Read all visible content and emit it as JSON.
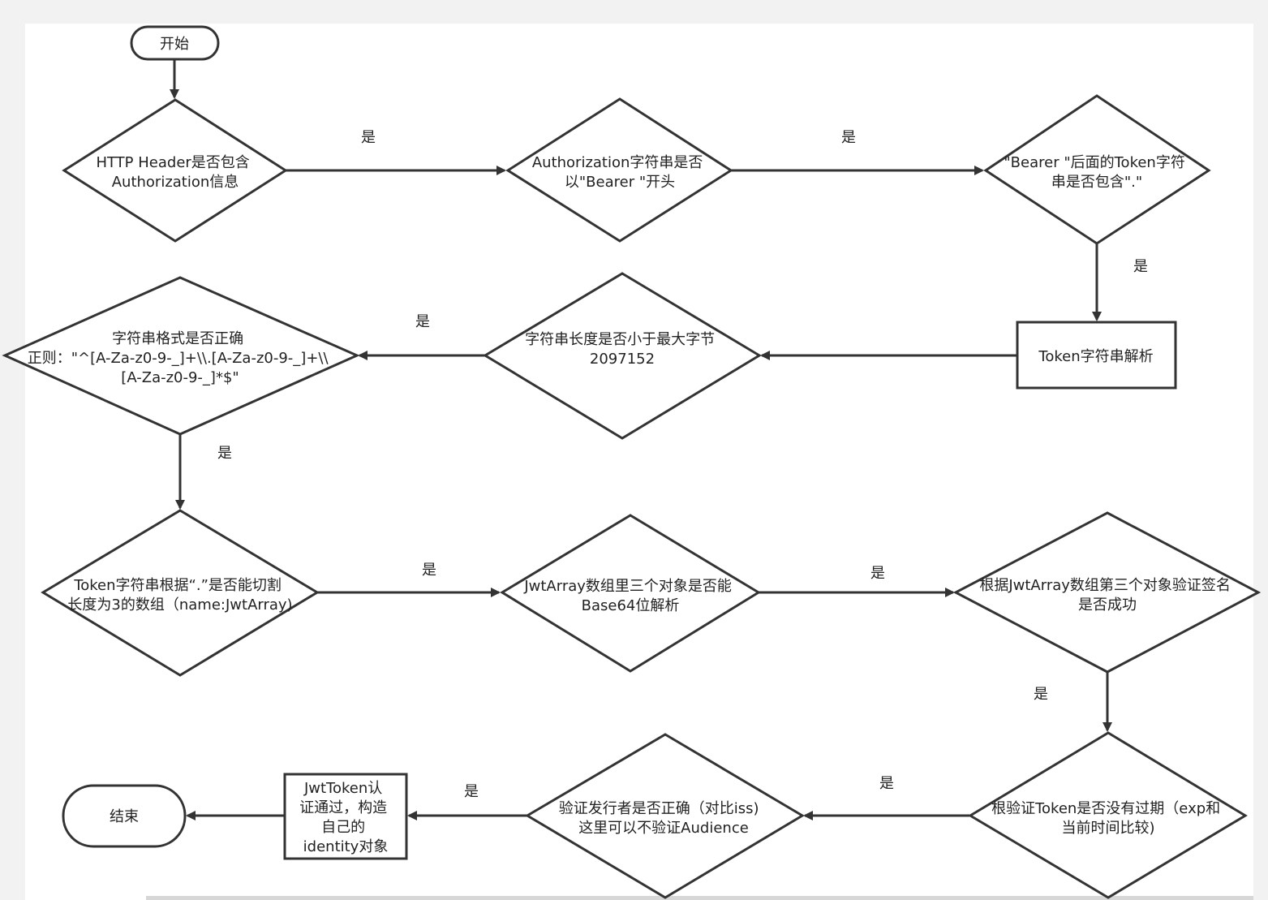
{
  "nodes": {
    "start": {
      "lines": [
        "开始"
      ]
    },
    "check_header": {
      "lines": [
        "HTTP Header是否包含",
        "Authorization信息"
      ]
    },
    "check_bearer_prefix": {
      "lines": [
        "Authorization字符串是否",
        "以\"Bearer \"开头"
      ]
    },
    "check_dot": {
      "lines": [
        "\"Bearer \"后面的Token字符",
        "串是否包含\".\""
      ]
    },
    "token_parse": {
      "lines": [
        "Token字符串解析"
      ]
    },
    "check_length": {
      "lines": [
        "字符串长度是否小于最大字节",
        "2097152"
      ]
    },
    "check_regex": {
      "lines": [
        "字符串格式是否正确",
        "正则：\"^[A-Za-z0-9-_]+\\\\.[A-Za-z0-9-_]+\\\\",
        "[A-Za-z0-9-_]*$\""
      ]
    },
    "check_split": {
      "lines": [
        "Token字符串根据“.”是否能切割",
        "长度为3的数组（name:JwtArray)"
      ]
    },
    "check_base64": {
      "lines": [
        "JwtArray数组里三个对象是否能",
        "Base64位解析"
      ]
    },
    "check_signature": {
      "lines": [
        "根据JwtArray数组第三个对象验证签名",
        "是否成功"
      ]
    },
    "check_expiry": {
      "lines": [
        "根验证Token是否没有过期（exp和",
        "当前时间比较)"
      ]
    },
    "check_issuer": {
      "lines": [
        "验证发行者是否正确（对比iss)",
        "这里可以不验证Audience"
      ]
    },
    "build_identity": {
      "lines": [
        "JwtToken认",
        "证通过，构造",
        "自己的",
        "identity对象"
      ]
    },
    "end": {
      "lines": [
        "结束"
      ]
    }
  },
  "edge_label": "是",
  "edges": [
    {
      "from": "start",
      "to": "check_header",
      "label": ""
    },
    {
      "from": "check_header",
      "to": "check_bearer_prefix",
      "label": "是"
    },
    {
      "from": "check_bearer_prefix",
      "to": "check_dot",
      "label": "是"
    },
    {
      "from": "check_dot",
      "to": "token_parse",
      "label": "是"
    },
    {
      "from": "token_parse",
      "to": "check_length",
      "label": ""
    },
    {
      "from": "check_length",
      "to": "check_regex",
      "label": "是"
    },
    {
      "from": "check_regex",
      "to": "check_split",
      "label": "是"
    },
    {
      "from": "check_split",
      "to": "check_base64",
      "label": "是"
    },
    {
      "from": "check_base64",
      "to": "check_signature",
      "label": "是"
    },
    {
      "from": "check_signature",
      "to": "check_expiry",
      "label": "是"
    },
    {
      "from": "check_expiry",
      "to": "check_issuer",
      "label": "是"
    },
    {
      "from": "check_issuer",
      "to": "build_identity",
      "label": "是"
    },
    {
      "from": "build_identity",
      "to": "end",
      "label": ""
    }
  ]
}
